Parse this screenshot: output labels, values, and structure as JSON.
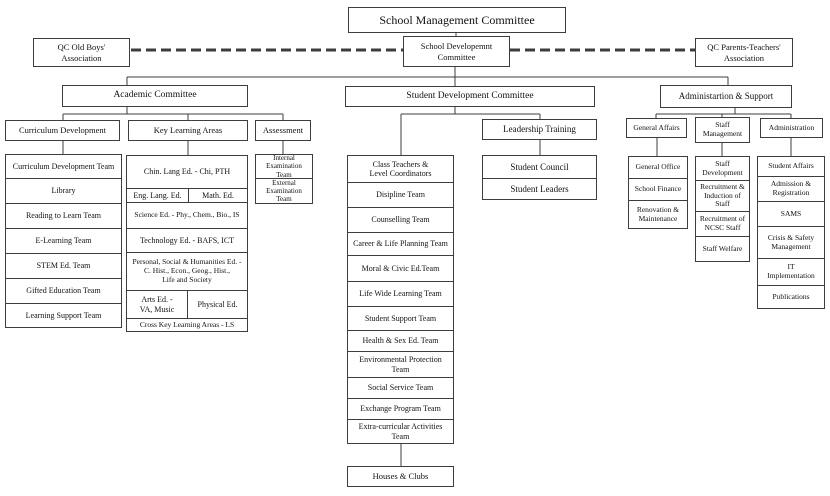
{
  "colors": {
    "line": "#3d3d3d",
    "text": "#111111",
    "background": "#ffffff"
  },
  "title": "School Management Committee",
  "level1": {
    "old_boys": "QC Old Boys'\nAssociation",
    "school_dev": "School Developemnt\nCommittee",
    "pta": "QC Parents-Teachers'\nAssociation"
  },
  "academic": {
    "header": "Academic Committee",
    "curriculum_development": {
      "header": "Curriculum Development",
      "items": [
        "Curriculum Development Team",
        "Library",
        "Reading to Learn Team",
        "E-Learning Team",
        "STEM Ed. Team",
        "Gifted Education Team",
        "Learning Support Team"
      ]
    },
    "key_learning_areas": {
      "header": "Key Learning Areas",
      "chinese": "Chin. Lang Ed. - Chi, PTH",
      "english": "Eng. Lang. Ed.",
      "math": "Math. Ed.",
      "science": "Science Ed. - Phy., Chem., Bio., IS",
      "technology": "Technology Ed. - BAFS, ICT",
      "personal_social": "Personal, Social & Humanities Ed. -\nC. Hist., Econ., Geog., Hist.,\nLife and Society",
      "arts": "Arts Ed. -\nVA, Music",
      "physical": "Physical Ed.",
      "cross": "Cross Key Learning Areas - LS"
    },
    "assessment": {
      "header": "Assessment",
      "items": [
        "Internal\nExamination Team",
        "External\nExamination Team"
      ]
    }
  },
  "student_development": {
    "header": "Student Development Committee",
    "teams": [
      "Class Teachers &\nLevel Coordinators",
      "Disipline Team",
      "Counselling Team",
      "Career & Life Planning Team",
      "Moral & Civic Ed.Team",
      "Life Wide Learning Team",
      "Student Support Team",
      "Health & Sex Ed. Team",
      "Environmental Protection\nTeam",
      "Social Service Team",
      "Exchange Program Team",
      "Extra-curricular Activities\nTeam"
    ],
    "houses_clubs": "Houses & Clubs",
    "leadership": {
      "header": "Leadership Training",
      "items": [
        "Student Council",
        "Student Leaders"
      ]
    }
  },
  "admin_support": {
    "header": "Administartion & Support",
    "general_affairs": {
      "header": "General Affairs",
      "items": [
        "General Office",
        "School Finance",
        "Renovation &\nMaintenance"
      ]
    },
    "staff_management": {
      "header": "Staff\nManagement",
      "items": [
        "Staff\nDevelopment",
        "Recruitment &\nInduction of\nStaff",
        "Recruitment of\nNCSC Staff",
        "Staff Welfare"
      ]
    },
    "administration": {
      "header": "Administration",
      "items": [
        "Student Affairs",
        "Admission &\nRegistration",
        "SAMS",
        "Crisis & Safety\nManagement",
        "IT\nImplementation",
        "Publications"
      ]
    }
  }
}
